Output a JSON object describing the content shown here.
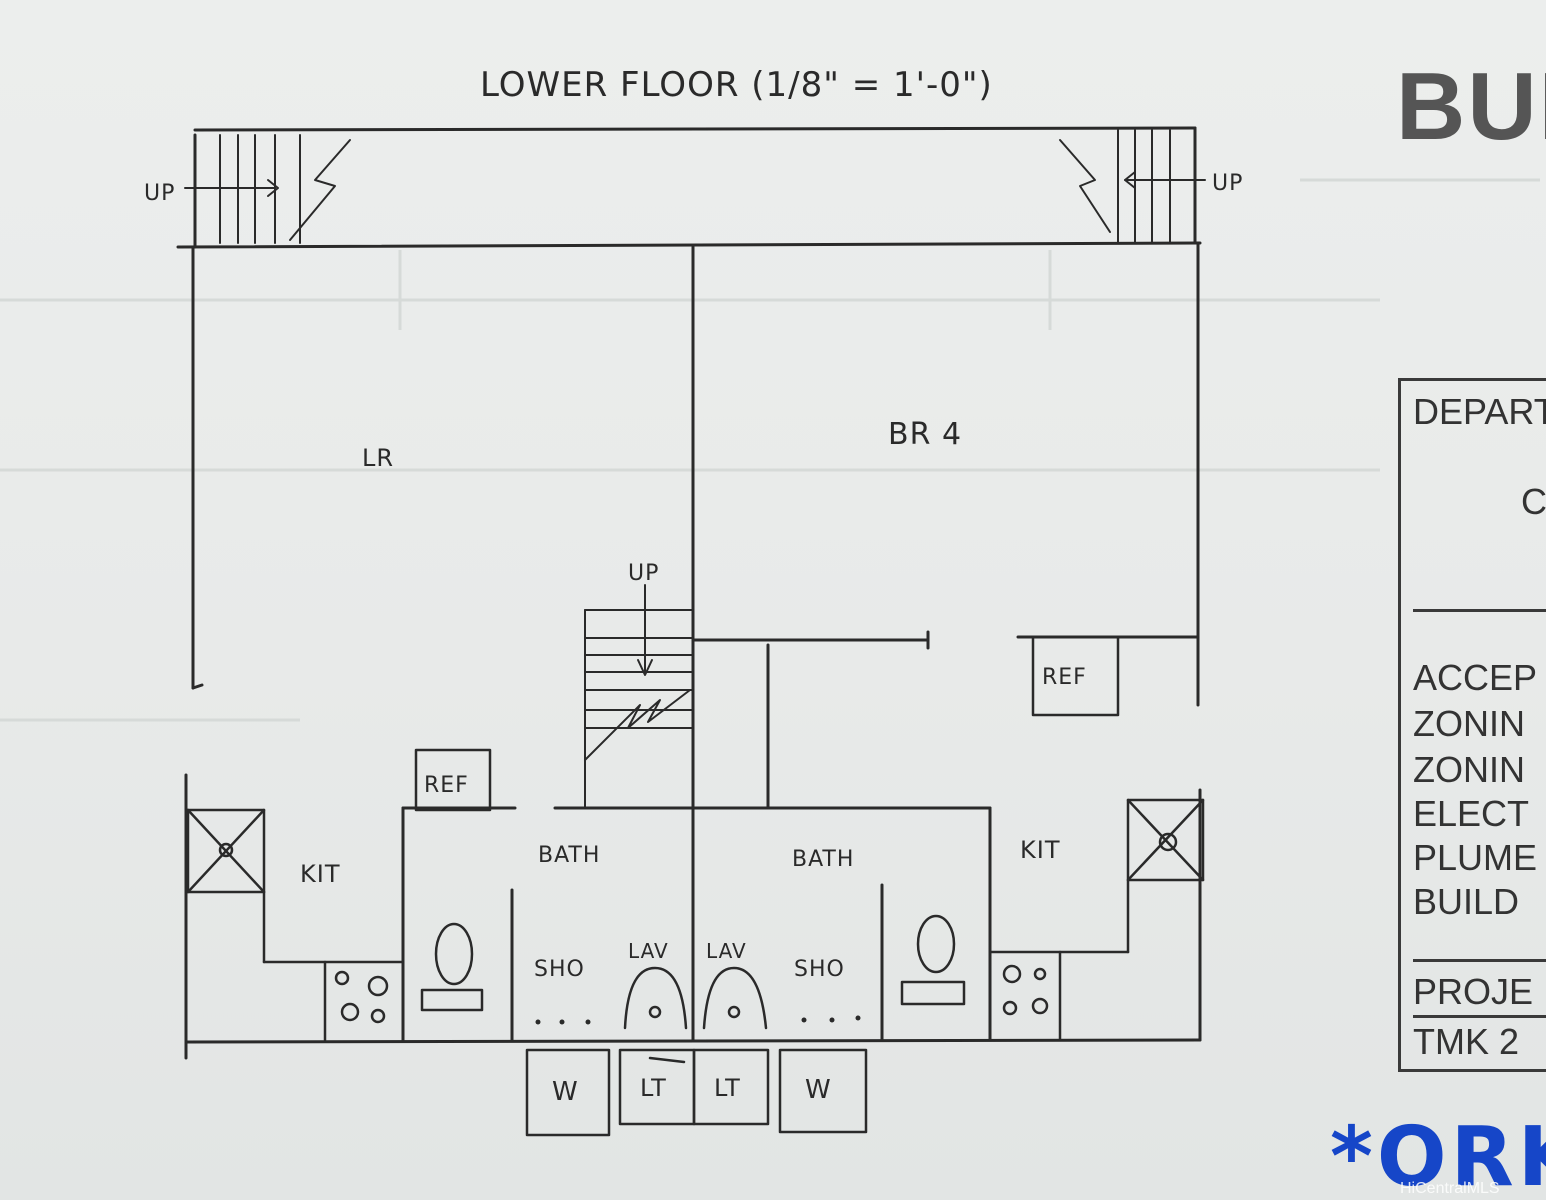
{
  "drawing": {
    "title": "LOWER FLOOR (1/8\" = 1'-0\")",
    "rooms": {
      "living": "LR",
      "bedroom": "BR 4",
      "kitchen_left": "KIT",
      "kitchen_right": "KIT",
      "bath_left": "BATH",
      "bath_right": "BATH"
    },
    "stairs": {
      "left": "UP",
      "right": "UP",
      "center": "UP"
    },
    "fixtures": {
      "ref_left": "REF",
      "ref_right": "REF",
      "shower_left": "SHO",
      "shower_right": "SHO",
      "lav_left": "LAV",
      "lav_right": "LAV",
      "washer_left": "W",
      "washer_right": "W",
      "laundry_tub_left": "LT",
      "laundry_tub_right": "LT"
    }
  },
  "stamp": {
    "header": "BUIL",
    "lines": [
      "DEPART",
      "C",
      "ACCEP",
      "ZONIN",
      "ZONIN",
      "ELECT",
      "PLUME",
      "BUILD",
      "PROJE",
      "TMK 2"
    ]
  },
  "annotation": "*ORK",
  "watermark": "HiCentralMLS",
  "colors": {
    "ink": "#2a2a2a",
    "paper": "#eceeed",
    "blue_marker": "#1646c8"
  }
}
